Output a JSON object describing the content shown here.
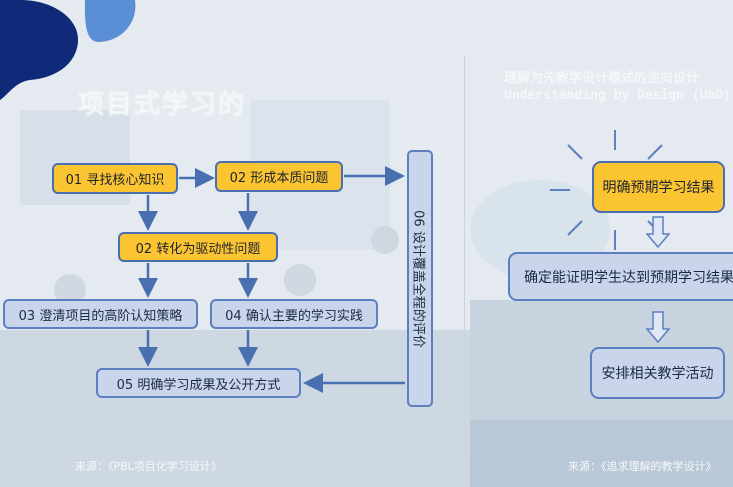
{
  "left": {
    "title": "项目式学习的",
    "steps": {
      "s01": "01 寻找核心知识",
      "s02a": "02 形成本质问题",
      "s02b": "02 转化为驱动性问题",
      "s03": "03 澄清项目的高阶认知策略",
      "s04": "04 确认主要的学习实践",
      "s05": "05 明确学习成果及公开方式",
      "s06": "06 设计覆盖全程的评价"
    },
    "source": "来源：《PBL项目化学习设计》"
  },
  "right": {
    "title": "理解为先教学设计模式的逆向设计Understanding by Design (UbD)",
    "steps": {
      "r1": "明确预期学习结果",
      "r2": "确定能证明学生达到预期学习结果",
      "r3": "安排相关教学活动"
    },
    "source": "来源：《追求理解的教学设计》"
  },
  "colors": {
    "yellow": "#fbc531",
    "blue_box": "#c9d5ea",
    "border": "#5b7fbf",
    "arrow": "#4a6fb0",
    "logo": "#0f2a78"
  }
}
